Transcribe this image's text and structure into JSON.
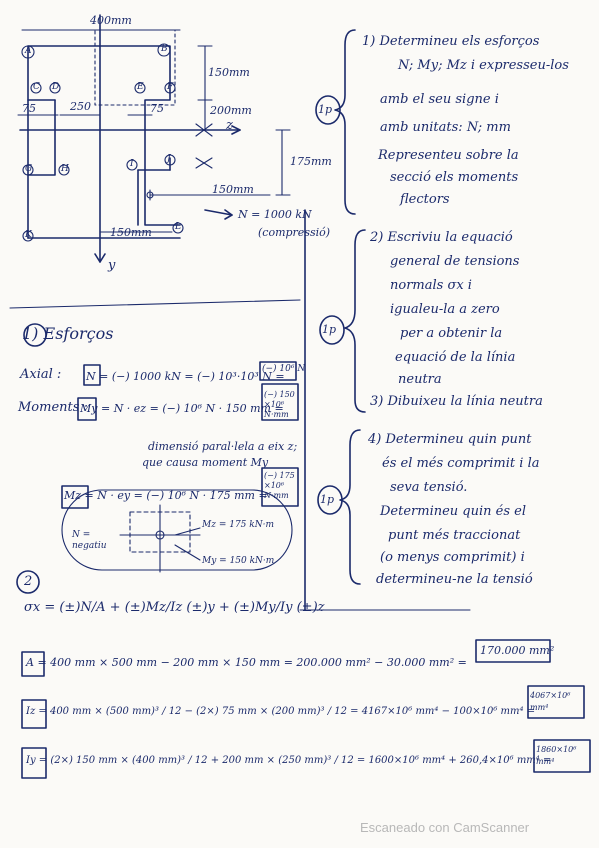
{
  "diagram": {
    "dim_width": "400mm",
    "dim_150": "150mm",
    "dim_200": "200mm",
    "dim_175": "175mm",
    "dim_150b": "150mm",
    "dim_75a": "75",
    "dim_250": "250",
    "dim_75b": "75",
    "dim_150c": "150mm",
    "axis_z": "z",
    "axis_y": "y",
    "load_label": "N = 1000 kN",
    "load_note": "(compressió)",
    "nodes": [
      "A",
      "B",
      "C",
      "D",
      "E",
      "F",
      "G",
      "H",
      "I",
      "J",
      "K",
      "L"
    ]
  },
  "tasks": {
    "group1_score": "1p",
    "t1": [
      "1) Determineu els esforços",
      "N; My; Mz i expresseu-los",
      "amb el seu signe i",
      "amb unitats: N; mm",
      "Representeu sobre la",
      "secció els moments",
      "flectors"
    ],
    "group2_score": "1p",
    "t2": [
      "2) Escriviu la equació",
      "general de tensions",
      "normals σx i",
      "igualeu-la a zero",
      "per a obtenir la",
      "equació de la línia",
      "neutra"
    ],
    "t3": "3) Dibuixeu la línia neutra",
    "group3_score": "1p",
    "t4": [
      "4) Determineu quin punt",
      "és el més comprimit i la",
      "seva tensió.",
      "Determineu quin és el",
      "punt més traccionat",
      "(o menys comprimit) i",
      "determineu-ne la tensió"
    ]
  },
  "solution": {
    "section1_title": "1) Esforços",
    "axial_label": "Axial :",
    "axial_expr": "N = (−) 1000 kN = (−) 10³·10³ N =",
    "axial_result": "(−) 10⁶ N",
    "moments_label": "Moments :",
    "my_expr": "My = N · ez = (−) 10⁶ N · 150 mm =",
    "my_result": "(−) 150 ×10⁶ N·mm",
    "note1": "dimensió paral·lela a eix z;",
    "note2": "que causa moment My",
    "mz_expr": "Mz = N · ey = (−) 10⁶ N · 175 mm =",
    "mz_result": "(−) 175 ×10⁶ N·mm",
    "sketch_n": "N = negatiu",
    "sketch_mz": "Mz = 175 kN·m",
    "sketch_my": "My = 150 kN·m",
    "section2_num": "2",
    "sigma_eq": "σx = (±)N/A + (±)Mz/Iz (±)y + (±)My/Iy (±)z",
    "area_eq": "A = 400 mm × 500 mm − 200 mm × 150 mm = 200.000 mm² − 30.000 mm² =",
    "area_result": "170.000 mm²",
    "iz_eq": "Iz = 400 mm × (500 mm)³ / 12 − (2×) 75 mm × (200 mm)³ / 12 = 4167×10⁶ mm⁴ − 100×10⁶ mm⁴ =",
    "iz_result": "4067×10⁶ mm⁴",
    "iy_eq": "Iy = (2×) 150 mm × (400 mm)³ / 12 + 200 mm × (250 mm)³ / 12 = 1600×10⁶ mm⁴ + 260,4×10⁶ mm⁴ =",
    "iy_result": "1860×10⁶ mm⁴"
  },
  "watermark": "Escaneado con CamScanner"
}
